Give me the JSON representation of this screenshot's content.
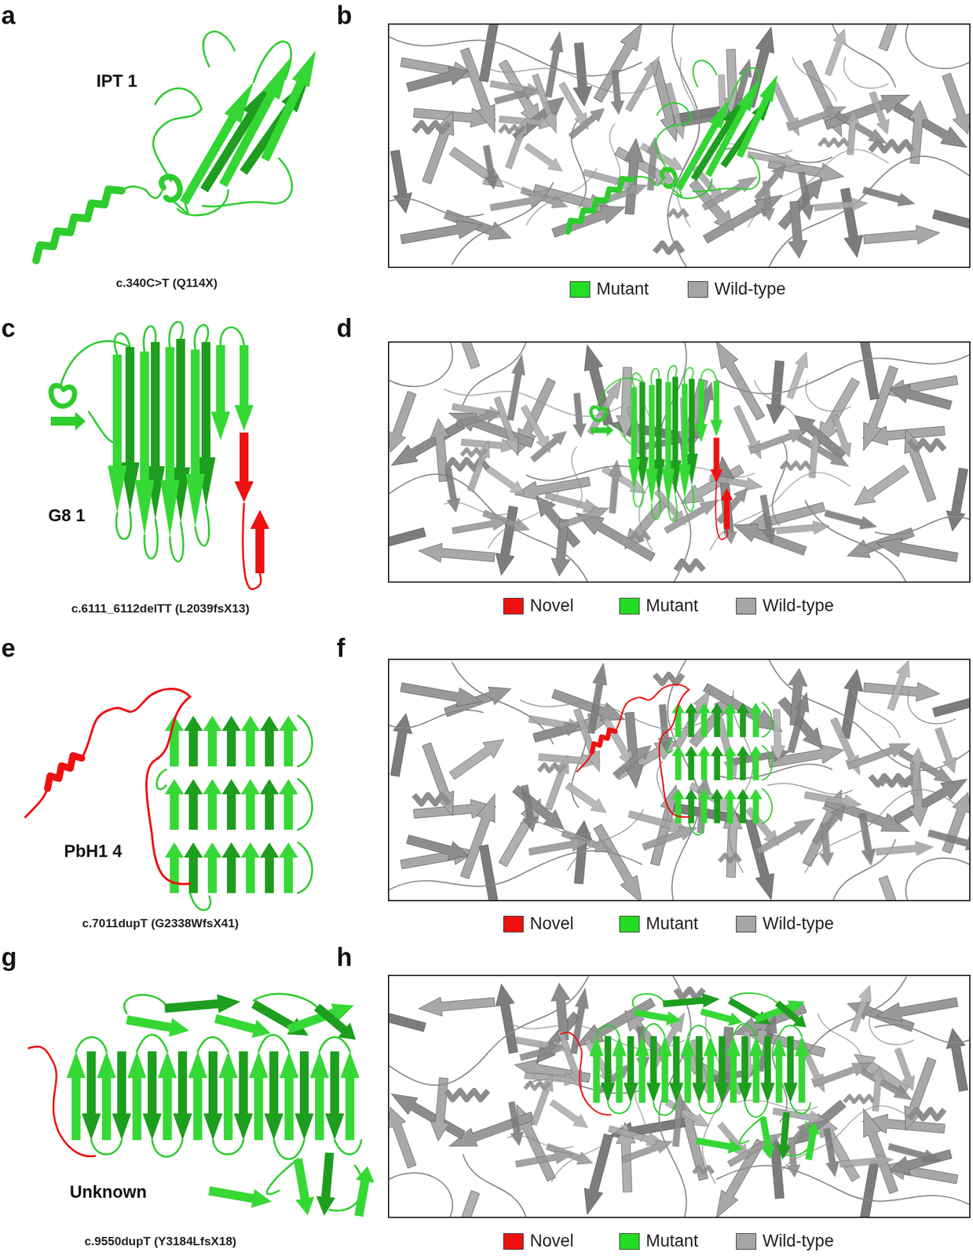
{
  "diagram": {
    "labels": [
      "a",
      "IPT 1",
      "c.340C>T (Q114X)",
      "b",
      "c",
      "G8 1",
      "c.6111_6112delTT (L2039fsX13)",
      "d",
      "e",
      "PbH1 4",
      "c.7011dupT (G2338WfsX41)",
      "f",
      "g",
      "Unknown",
      "c.9550dupT (Y3184LfsX18)",
      "h"
    ],
    "legend": [
      {
        "text": "Mutant",
        "color": "#22dd22"
      },
      {
        "text": "Wild-type",
        "color": "#a6a6a6"
      },
      {
        "text": "Novel",
        "color": "#ee1111"
      },
      {
        "text": "Mutant",
        "color": "#22dd22"
      },
      {
        "text": "Wild-type",
        "color": "#a6a6a6"
      },
      {
        "text": "Novel",
        "color": "#ee1111"
      },
      {
        "text": "Mutant",
        "color": "#22dd22"
      },
      {
        "text": "Wild-type",
        "color": "#a6a6a6"
      },
      {
        "text": "Novel",
        "color": "#ee1111"
      },
      {
        "text": "Mutant",
        "color": "#22dd22"
      },
      {
        "text": "Wild-type",
        "color": "#a6a6a6"
      }
    ]
  }
}
